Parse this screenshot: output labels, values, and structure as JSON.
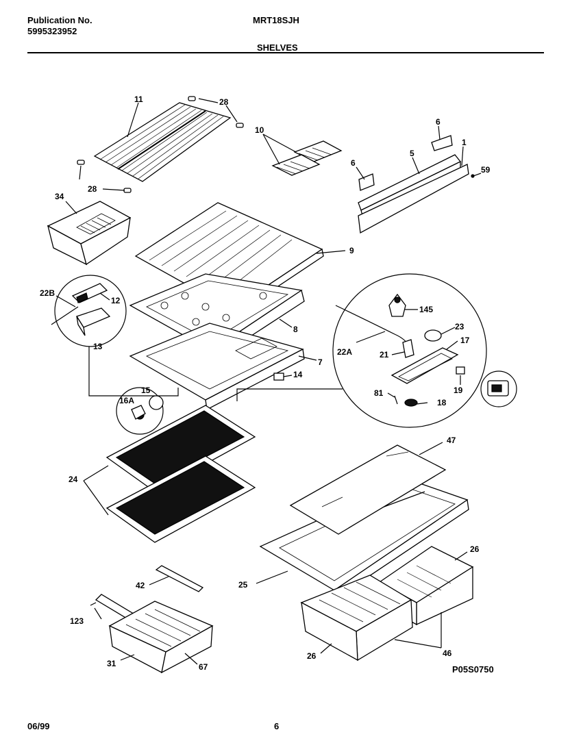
{
  "header": {
    "publication_label": "Publication No.",
    "publication_number": "5995323952",
    "model": "MRT18SJH",
    "section": "SHELVES"
  },
  "footer": {
    "date": "06/99",
    "page": "6"
  },
  "drawing_number": "P05S0750",
  "callouts": {
    "c11": "11",
    "c28a": "28",
    "c28b": "28",
    "c10": "10",
    "c6a": "6",
    "c6b": "6",
    "c5": "5",
    "c1": "1",
    "c59": "59",
    "c34": "34",
    "c9": "9",
    "c22B": "22B",
    "c12": "12",
    "c13": "13",
    "c8": "8",
    "c145": "145",
    "c22A": "22A",
    "c23": "23",
    "c17": "17",
    "c21": "21",
    "c7": "7",
    "c14": "14",
    "c15": "15",
    "c16A": "16A",
    "c81": "81",
    "c19": "19",
    "c18": "18",
    "c47": "47",
    "c24": "24",
    "c26a": "26",
    "c25": "25",
    "c42": "42",
    "c123": "123",
    "c31": "31",
    "c67": "67",
    "c26b": "26",
    "c46": "46"
  }
}
